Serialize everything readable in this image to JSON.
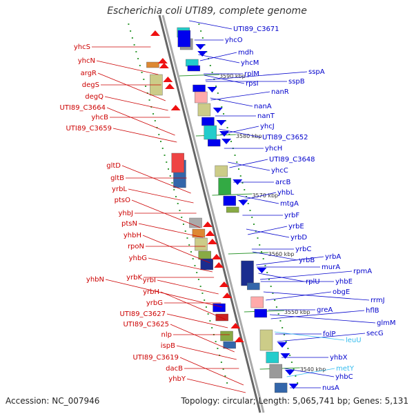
{
  "title": "Escherichia coli UTI89, complete genome",
  "footer": {
    "accession": "Accession: NC_007946",
    "summary": "Topology: circular; Length: 5,065,741 bp; Genes: 5,131"
  },
  "colors": {
    "reverse_strand_label": "#cc0000",
    "forward_strand_label": "#0000cc",
    "rna_label": "#33bbee",
    "backbone": "#888888",
    "tick": "#339933"
  },
  "ticks": [
    "3590 kbp",
    "3580 kbp",
    "3570 kbp",
    "3560 kbp",
    "3550 kbp",
    "3540 kbp"
  ],
  "left_labels": [
    "yhcS",
    "yhcN",
    "argR",
    "degS",
    "degQ",
    "UTI89_C3664",
    "yhcB",
    "UTI89_C3659",
    "gltD",
    "gltB",
    "yrbL",
    "ptsO",
    "yhbJ",
    "ptsN",
    "yhbH",
    "rpoN",
    "yhbG",
    "yhbN",
    "yrbK",
    "yrbI",
    "yrbH",
    "yrbG",
    "UTI89_C3627",
    "UTI89_C3625",
    "nlp",
    "ispB",
    "UTI89_C3619",
    "dacB",
    "yhbY"
  ],
  "right_labels": [
    "UTI89_C3671",
    "yhcO",
    "mdh",
    "yhcM",
    "rplM",
    "sspA",
    "rpsI",
    "sspB",
    "nanR",
    "nanA",
    "nanT",
    "yhcJ",
    "UTI89_C3652",
    "yhcH",
    "UTI89_C3648",
    "yhcC",
    "arcB",
    "yhbL",
    "mtgA",
    "yrbF",
    "yrbE",
    "yrbD",
    "yrbC",
    "yrbA",
    "yrbB",
    "murA",
    "rpmA",
    "rplU",
    "yhbE",
    "obgE",
    "rrmJ",
    "greA",
    "hflB",
    "glmM",
    "folP",
    "secG",
    "leuU",
    "yhbX",
    "metY",
    "yhbC",
    "nusA"
  ]
}
